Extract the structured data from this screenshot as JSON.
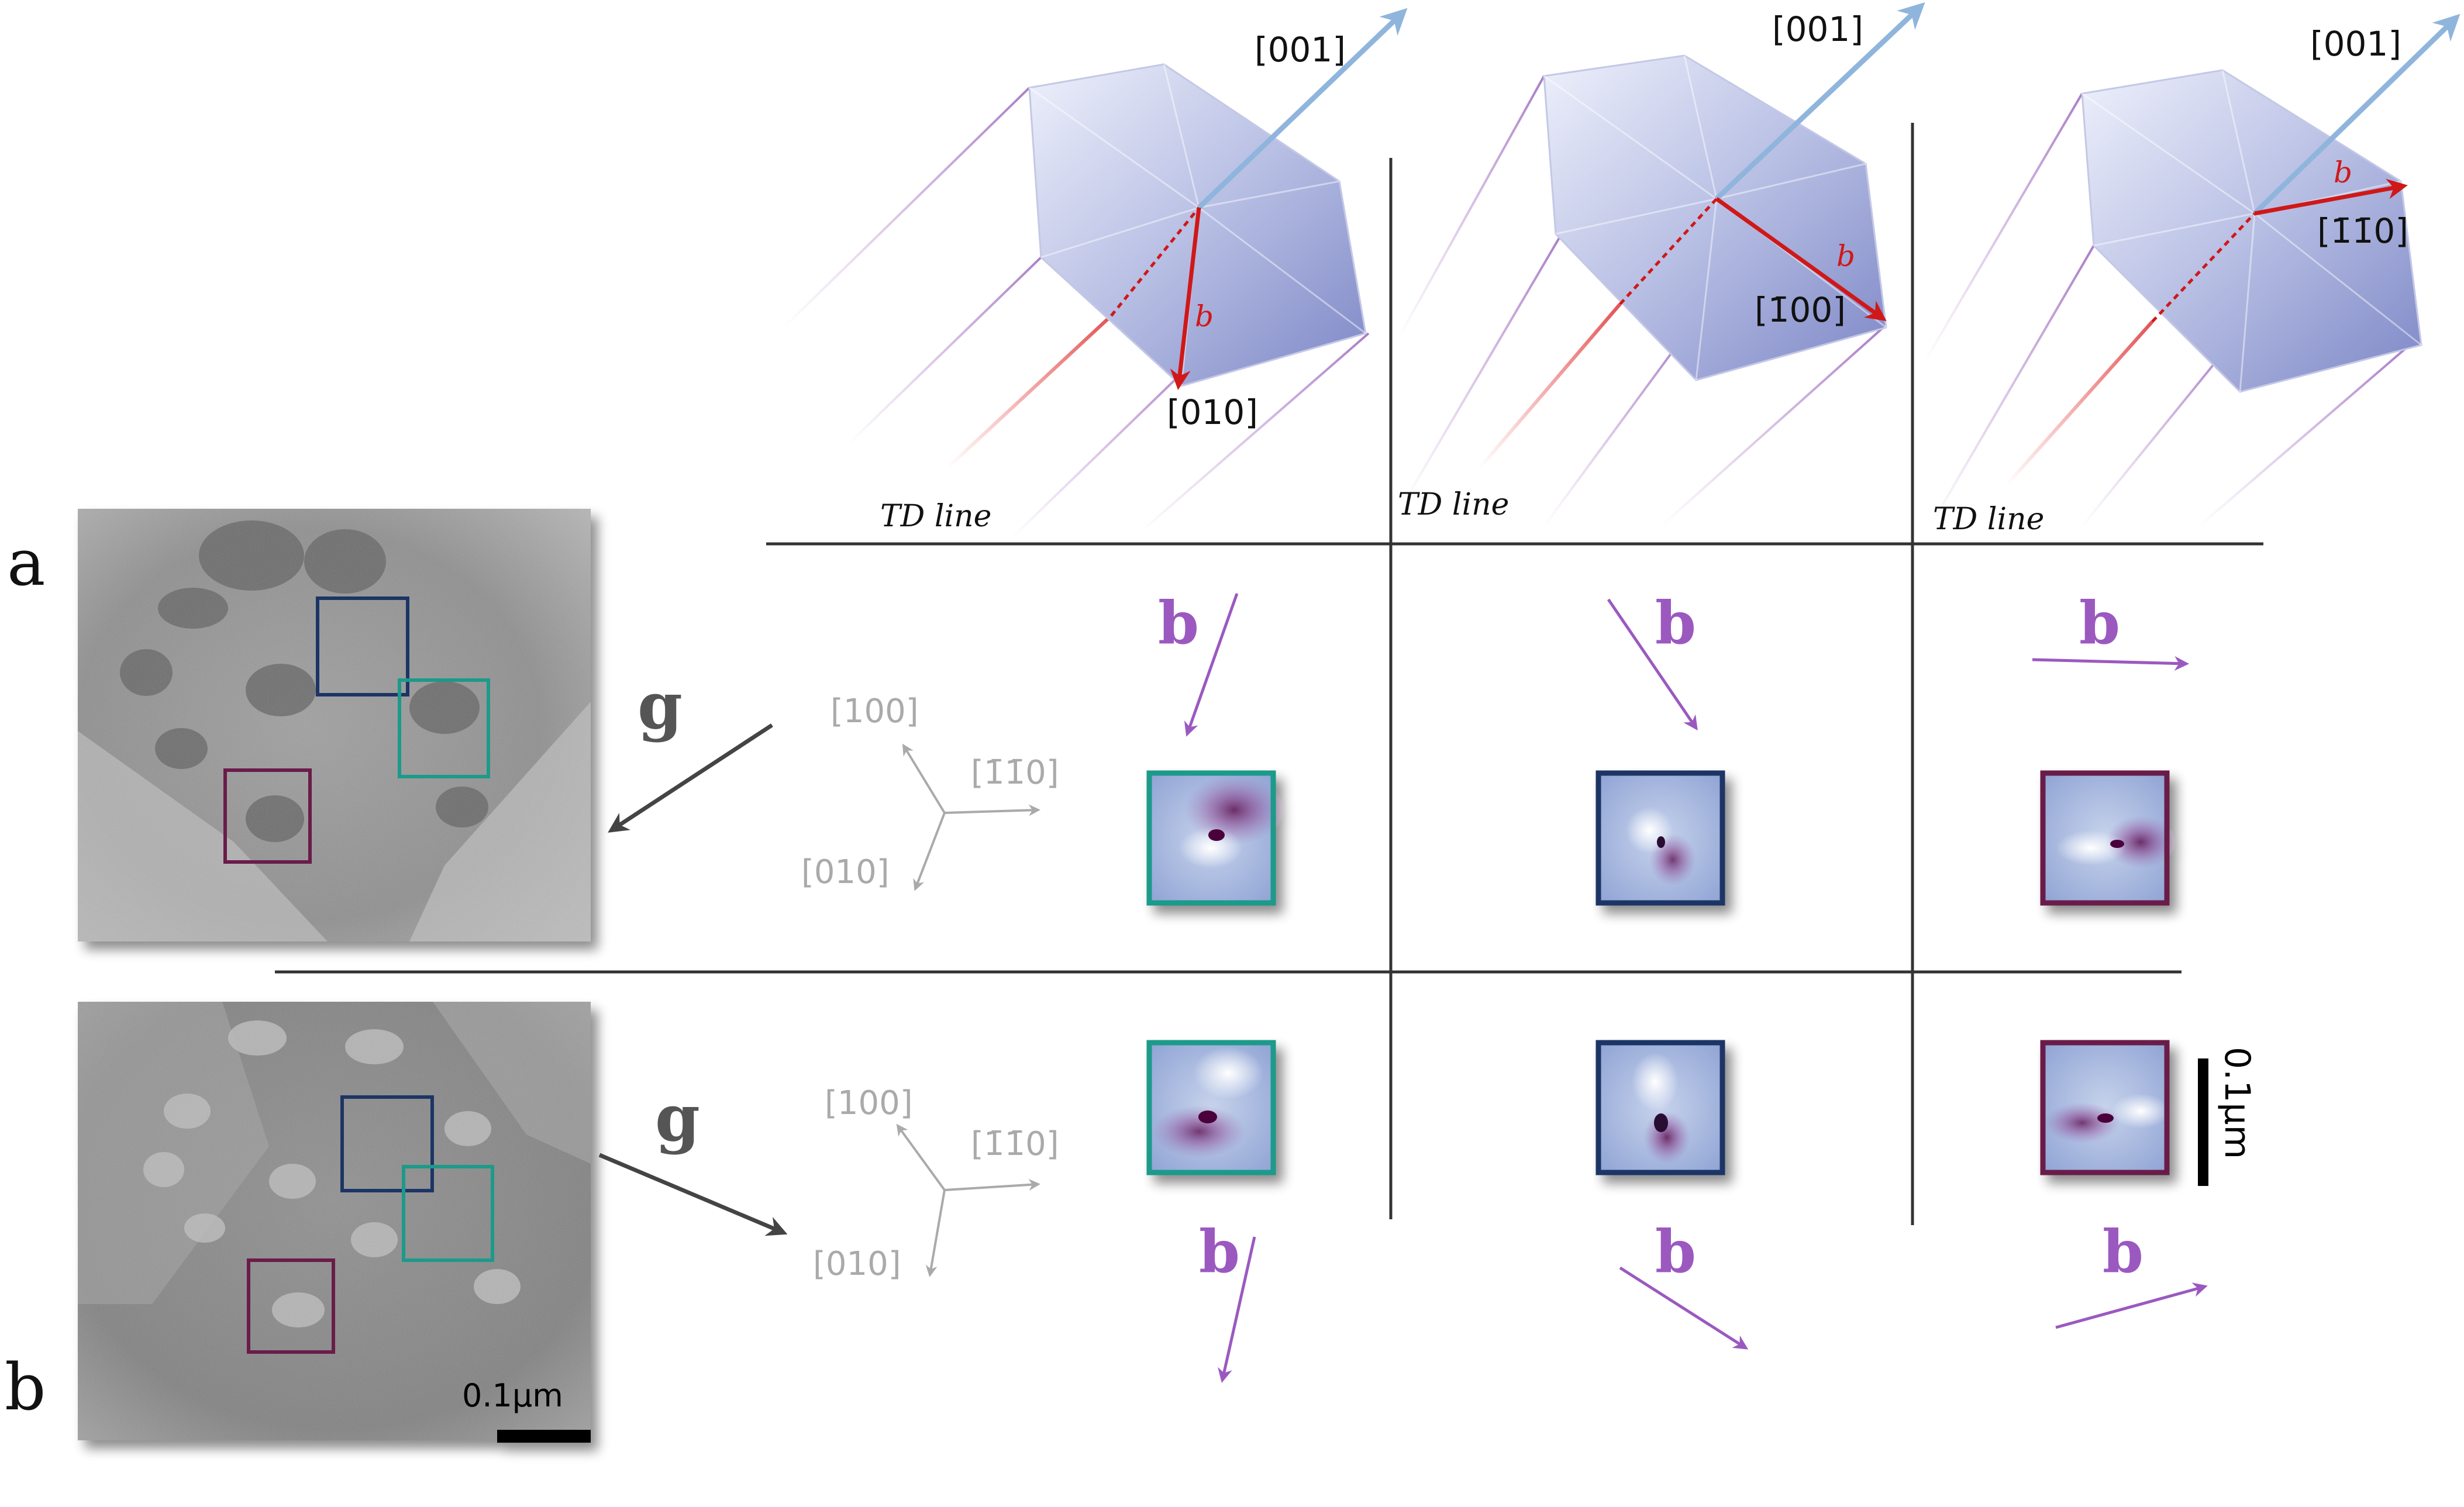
{
  "panel_labels": {
    "a": "a",
    "b": "b"
  },
  "g_label": "g",
  "b_label": "b",
  "scale_bar": "0.1µm",
  "scale_bar_vertical": "0.1µm",
  "td_line": "TD line",
  "axes_top": {
    "a": "[100]",
    "b": "[1̄1̄0]",
    "c": "[010]"
  },
  "axes_bottom": {
    "a": "[100]",
    "b": "[1̄1̄0]",
    "c": "[010]"
  },
  "crystals": [
    {
      "top": "[001]",
      "burgers": "b",
      "dir": "[010]"
    },
    {
      "top": "[001]",
      "burgers": "b",
      "dir": "[1̄00]"
    },
    {
      "top": "[001]",
      "burgers": "b",
      "dir": "[1̄1̄0]"
    }
  ],
  "colors": {
    "teal": "#1a9a8a",
    "navy": "#1f3466",
    "plum": "#6a1a4a",
    "purple": "#9b59c0",
    "red": "#d01818",
    "lightblue": "#8fb5dc",
    "crystal": "#a9b1dc",
    "grid": "#333333"
  }
}
